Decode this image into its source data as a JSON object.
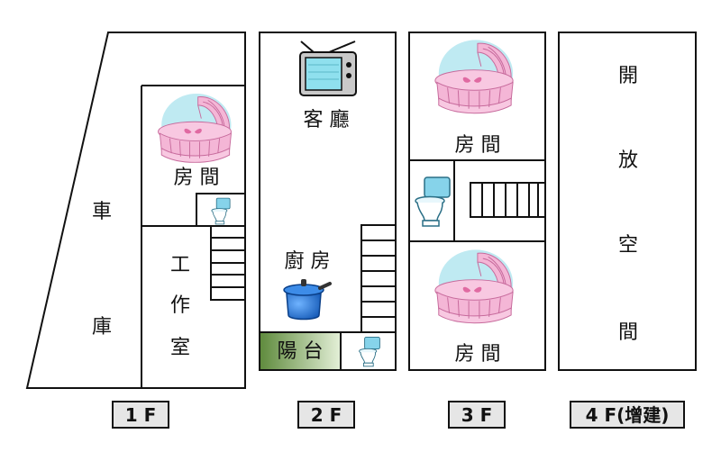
{
  "floors": [
    {
      "tag": "1 F",
      "rooms": {
        "garage": {
          "chars": [
            "車",
            "庫"
          ]
        },
        "bedroom": "房 間",
        "studio": {
          "chars": [
            "工",
            "作",
            "室"
          ]
        }
      }
    },
    {
      "tag": "2 F",
      "rooms": {
        "living": "客 廳",
        "kitchen": "廚 房",
        "balcony": "陽  台"
      }
    },
    {
      "tag": "3 F",
      "rooms": {
        "bedroom_top": "房 間",
        "bedroom_bottom": "房 間"
      }
    },
    {
      "tag": "4 F(增建)",
      "rooms": {
        "open_space": {
          "chars": [
            "開",
            "放",
            "空",
            "間"
          ]
        }
      }
    }
  ],
  "colors": {
    "wall": "#111111",
    "tag_fill": "#e6e6e6",
    "balcony_dark": "#5e8a3c",
    "balcony_light": "#e4f0d8",
    "crib_pink": "#f4b6d6",
    "crib_blue": "#bfeaf2",
    "pot_blue": "#1a6fd1",
    "tv_screen": "#8fe0ee",
    "toilet_blue": "#86d3ea"
  },
  "icons": [
    "crib-icon",
    "toilet-icon",
    "tv-icon",
    "cooking-pot-icon",
    "stairs-icon"
  ]
}
